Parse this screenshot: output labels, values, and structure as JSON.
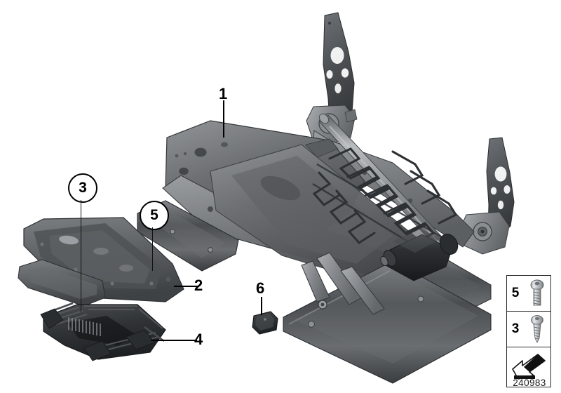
{
  "diagram": {
    "id_label": "240983",
    "title": "Seat frame exploded parts diagram",
    "background_color": "#ffffff",
    "line_color": "#000000"
  },
  "callouts": [
    {
      "number": "1",
      "style": "plain",
      "target": "seat-frame-main-structure"
    },
    {
      "number": "2",
      "style": "plain",
      "target": "seat-trim-panel"
    },
    {
      "number": "3",
      "style": "circled",
      "target": "screw-self-tapping"
    },
    {
      "number": "4",
      "style": "plain",
      "target": "seat-mechanism-cover"
    },
    {
      "number": "5",
      "style": "circled",
      "target": "screw-pan-head"
    },
    {
      "number": "6",
      "style": "plain",
      "target": "plastic-cap-plug"
    }
  ],
  "legend": {
    "rows": [
      {
        "number": "5",
        "icon": "pan-head-screw-icon"
      },
      {
        "number": "3",
        "icon": "self-tapping-screw-icon"
      }
    ],
    "direction_icon": "installation-direction-arrow-icon",
    "part_number": "240983"
  },
  "parts": [
    {
      "ref": "1",
      "name": "seat-frame-main-structure"
    },
    {
      "ref": "2",
      "name": "seat-trim-panel"
    },
    {
      "ref": "4",
      "name": "seat-mechanism-cover"
    },
    {
      "ref": "6",
      "name": "plastic-cap-plug"
    }
  ]
}
